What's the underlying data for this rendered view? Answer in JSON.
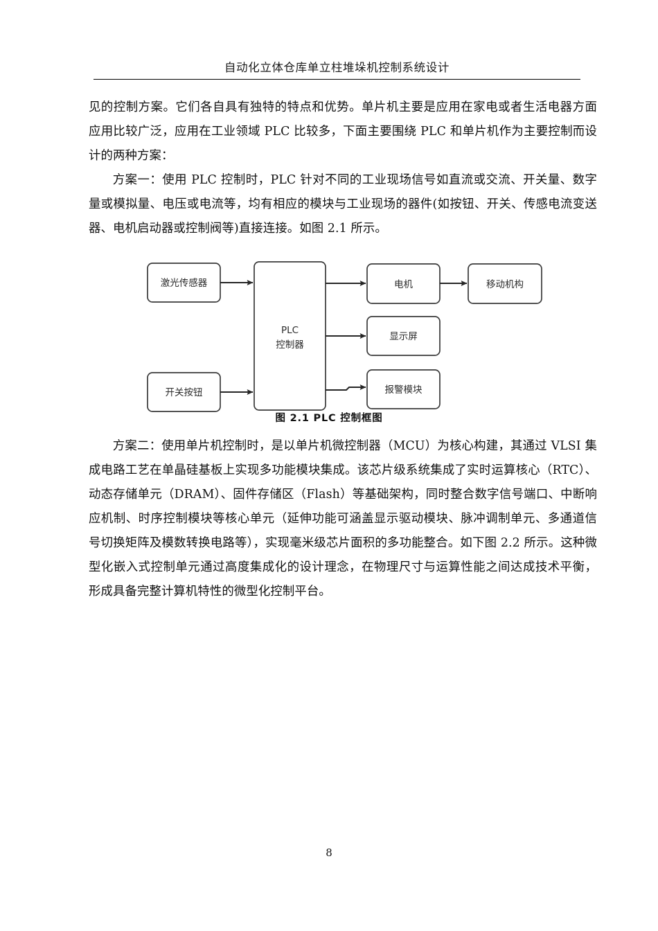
{
  "header": {
    "title": "自动化立体仓库单立柱堆垛机控制系统设计"
  },
  "body": {
    "paragraph_1": "见的控制方案。它们各自具有独特的特点和优势。单片机主要是应用在家电或者生活电器方面应用比较广泛，应用在工业领域 PLC 比较多，下面主要围绕 PLC 和单片机作为主要控制而设计的两种方案：",
    "paragraph_2": "方案一：使用 PLC 控制时，PLC 针对不同的工业现场信号如直流或交流、开关量、数字量或模拟量、电压或电流等，均有相应的模块与工业现场的器件(如按钮、开关、传感电流变送器、电机启动器或控制阀等)直接连接。如图 2.1 所示。",
    "paragraph_3": "方案二：使用单片机控制时，是以单片机微控制器（MCU）为核心构建，其通过 VLSI 集成电路工艺在单晶硅基板上实现多功能模块集成。该芯片级系统集成了实时运算核心（RTC）、动态存储单元（DRAM）、固件存储区（Flash）等基础架构，同时整合数字信号端口、中断响应机制、时序控制模块等核心单元（延伸功能可涵盖显示驱动模块、脉冲调制单元、多通道信号切换矩阵及模数转换电路等），实现毫米级芯片面积的多功能整合。如下图 2.2 所示。这种微型化嵌入式控制单元通过高度集成化的设计理念，在物理尺寸与运算性能之间达成技术平衡，形成具备完整计算机特性的微型化控制平台。"
  },
  "figure": {
    "caption": "图 2.1  PLC 控制框图",
    "nodes": {
      "laser_sensor": "激光传感器",
      "switch_button": "开关按钮",
      "plc_line1": "PLC",
      "plc_line2": "控制器",
      "motor": "电机",
      "moving_mechanism": "移动机构",
      "display": "显示屏",
      "alarm_module": "报警模块"
    },
    "edges": [
      {
        "from": "激光传感器",
        "to": "PLC 控制器"
      },
      {
        "from": "开关按钮",
        "to": "PLC 控制器"
      },
      {
        "from": "PLC 控制器",
        "to": "电机"
      },
      {
        "from": "PLC 控制器",
        "to": "显示屏"
      },
      {
        "from": "PLC 控制器",
        "to": "报警模块"
      },
      {
        "from": "电机",
        "to": "移动机构"
      }
    ],
    "colors": {
      "stroke": "#3a3a3a",
      "arrow": "#262626",
      "fill": "#ffffff"
    }
  },
  "footer": {
    "page_number": "8"
  }
}
